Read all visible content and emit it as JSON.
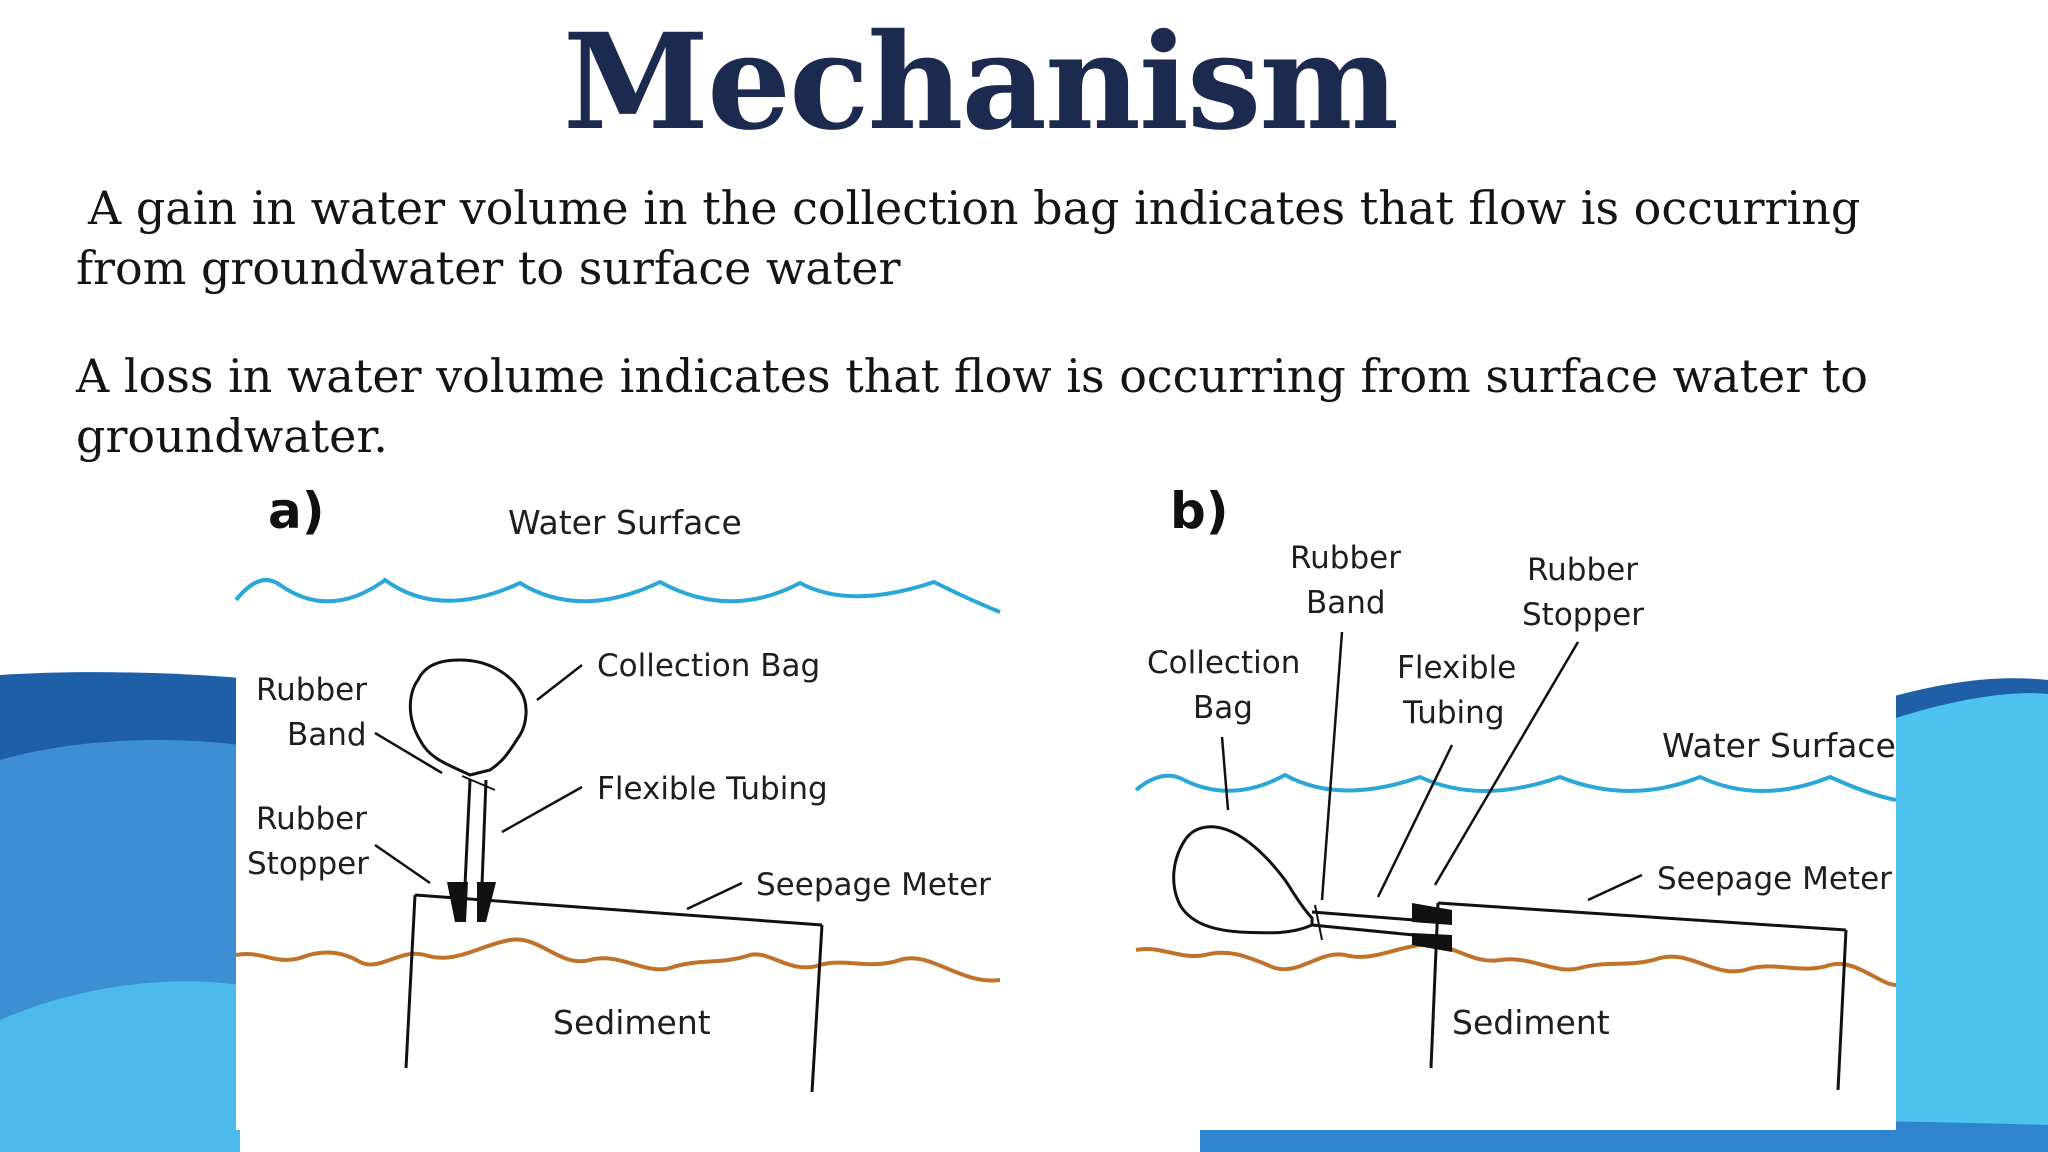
{
  "title": "Mechanism",
  "paragraphs": [
    {
      "line1": "A gain in water volume in the collection bag indicates that flow is occurring",
      "line2": "from groundwater to surface water"
    },
    {
      "line1": "A loss in water volume indicates that flow is occurring from surface water to",
      "line2": "groundwater."
    }
  ],
  "colors": {
    "title": "#1b2a4e",
    "water": "#2aa7d8",
    "sediment": "#c0722a",
    "bg_wave_dark": "#1f5fa8",
    "bg_wave_light": "#4fc3ef"
  },
  "diagram_a": {
    "panel_label": "a)",
    "water_surface": "Water Surface",
    "collection_bag": "Collection Bag",
    "rubber_band_1": "Rubber",
    "rubber_band_2": "Band",
    "flexible_tubing": "Flexible Tubing",
    "rubber_stopper_1": "Rubber",
    "rubber_stopper_2": "Stopper",
    "seepage_meter": "Seepage Meter",
    "sediment": "Sediment"
  },
  "diagram_b": {
    "panel_label": "b)",
    "rubber_band_1": "Rubber",
    "rubber_band_2": "Band",
    "rubber_stopper_1": "Rubber",
    "rubber_stopper_2": "Stopper",
    "collection_bag_1": "Collection",
    "collection_bag_2": "Bag",
    "flexible_tubing_1": "Flexible",
    "flexible_tubing_2": "Tubing",
    "water_surface": "Water Surface",
    "seepage_meter": "Seepage Meter",
    "sediment": "Sediment"
  }
}
